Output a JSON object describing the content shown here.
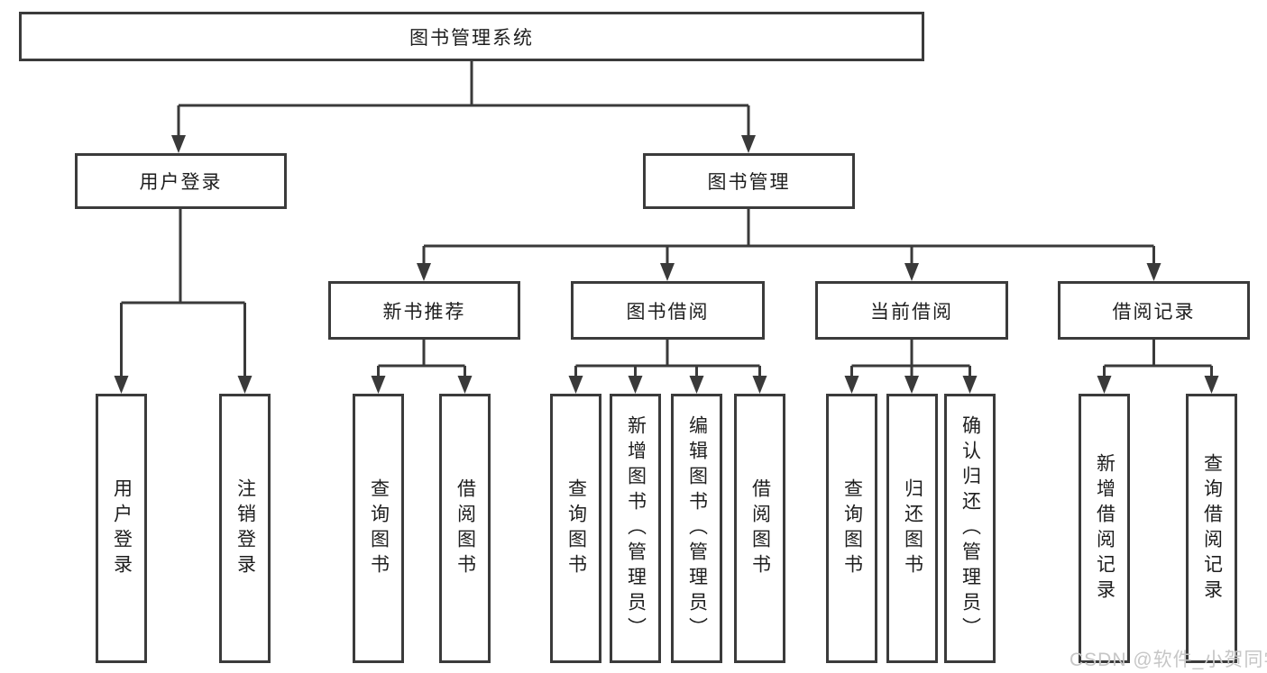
{
  "root": {
    "label": "图书管理系统"
  },
  "level2": {
    "login": "用户登录",
    "management": "图书管理"
  },
  "level3": {
    "new_books": "新书推荐",
    "borrowing": "图书借阅",
    "current": "当前借阅",
    "records": "借阅记录"
  },
  "leaves": {
    "login": [
      "用户登录",
      "注销登录"
    ],
    "new_books": [
      "查询图书",
      "借阅图书"
    ],
    "borrowing": [
      "查询图书",
      "新增图书（管理员）",
      "编辑图书（管理员）",
      "借阅图书"
    ],
    "current": [
      "查询图书",
      "归还图书",
      "确认归还（管理员）"
    ],
    "records": [
      "新增借阅记录",
      "查询借阅记录"
    ]
  },
  "watermark": "CSDN @软件_小贺同学",
  "colors": {
    "line": "#3a3a3a",
    "box_border": "#3b3b3b",
    "text": "#1e1e1e",
    "watermark": "#c6c6c6",
    "background": "#ffffff"
  }
}
